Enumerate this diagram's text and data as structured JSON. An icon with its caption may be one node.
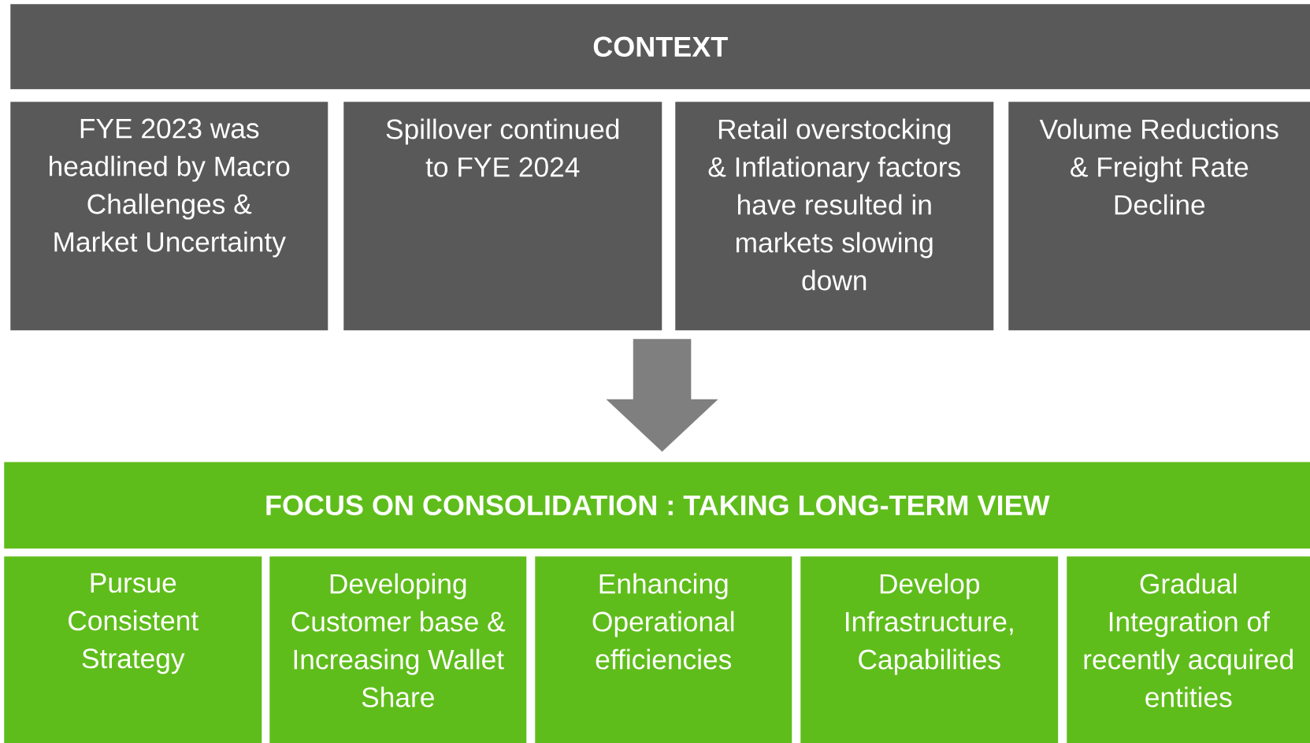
{
  "diagram": {
    "nodes": [
      {
        "text": [
          "CONTEXT"
        ]
      },
      {
        "text": [
          "FYE 2023 was headlined by Macro Challenges & Market Uncertainty"
        ]
      },
      {
        "text": [
          "Spillover continued to FYE 2024"
        ]
      },
      {
        "text": [
          "Retail overstocking & Inflationary factors have resulted in markets slowing down"
        ]
      },
      {
        "text": [
          "Volume Reductions & Freight Rate Decline"
        ]
      },
      {
        "text": [
          "FOCUS ON CONSOLIDATION : TAKING LONG-TERM VIEW"
        ]
      },
      {
        "text": [
          "Pursue Consistent Strategy"
        ]
      },
      {
        "text": [
          "Developing Customer base & Increasing Wallet Share"
        ]
      },
      {
        "text": [
          "Enhancing Operational efficiencies"
        ]
      },
      {
        "text": [
          "Develop Infrastructure, Capabilities"
        ]
      },
      {
        "text": [
          "Gradual Integration of recently acquired entities"
        ]
      }
    ],
    "edges": [
      {
        "from": 2,
        "to": 5,
        "arrow": "to"
      }
    ]
  }
}
